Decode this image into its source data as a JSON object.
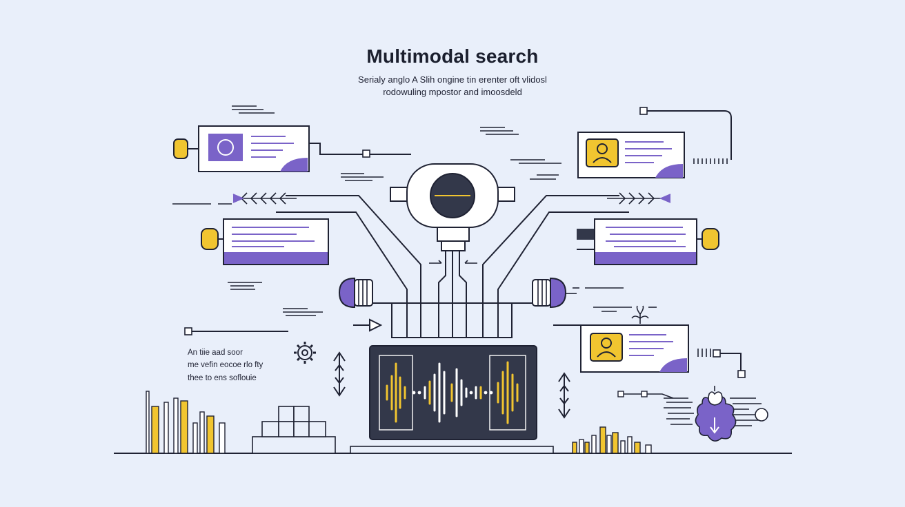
{
  "diagram": {
    "title": "Multimodal search",
    "subtitle_lines": [
      "Serialy anglo A Slih ongine tin erenter oft vlidosl",
      "rodowuling mpostor and imoosdeld"
    ],
    "side_note_lines": [
      "An tiie aad soor",
      "me vefin eocoe rlo fty",
      "thee to ens soflouie"
    ]
  },
  "colors": {
    "background": "#e9effa",
    "ink": "#1f2233",
    "accent_purple": "#7a63c8",
    "accent_yellow": "#f1c530",
    "screen_dark": "#33384a",
    "card_white": "#ffffff"
  },
  "icons": [
    "circle-icon",
    "person-icon",
    "gear-icon",
    "double-arrow-icon",
    "play-arrow-icon",
    "lock-icon",
    "sprout-icon",
    "waveform-icon"
  ]
}
